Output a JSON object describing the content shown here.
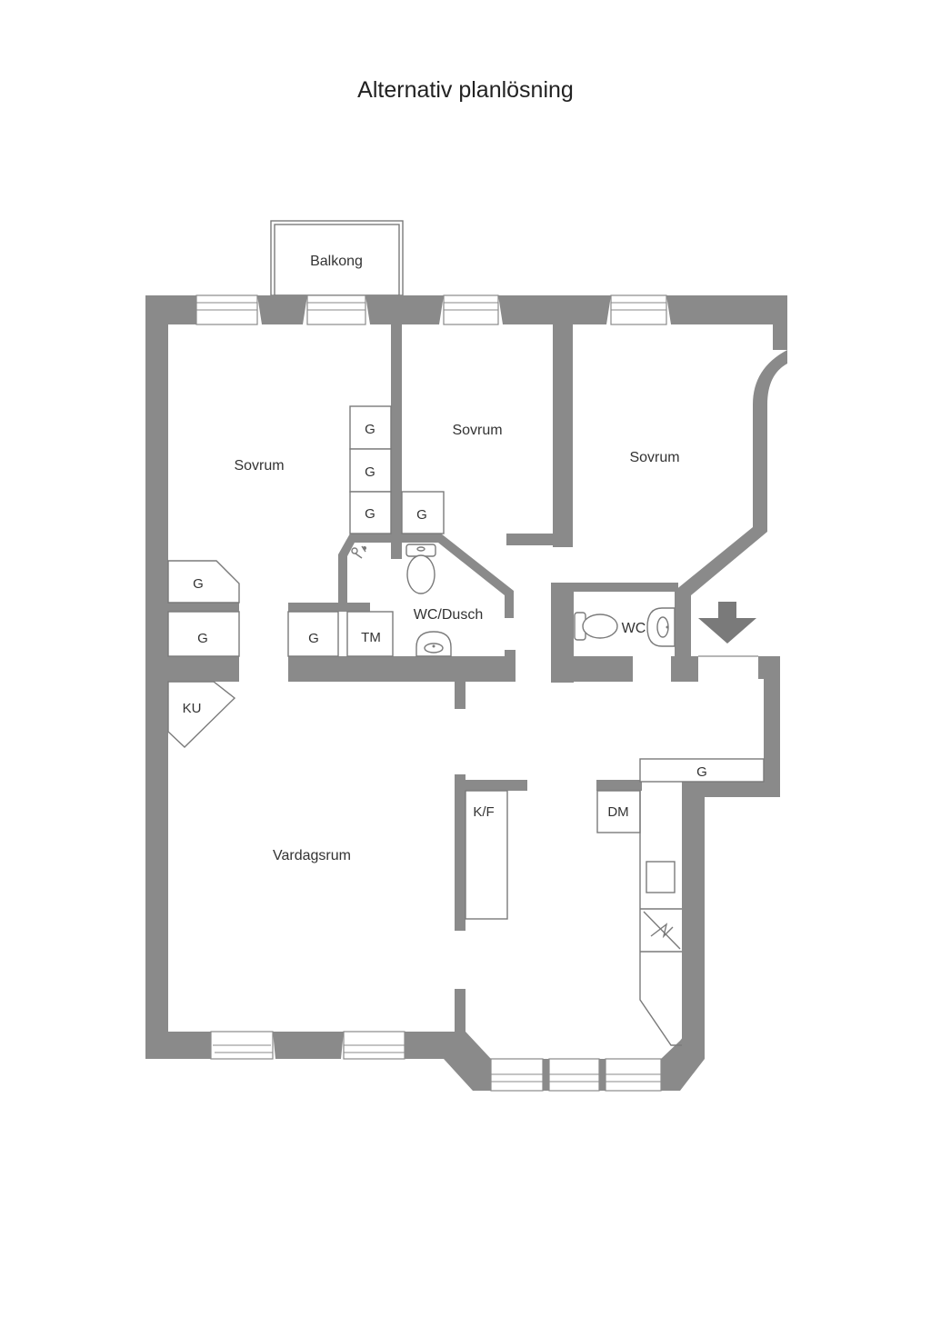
{
  "title": "Alternativ planlösning",
  "rooms": {
    "balkong": "Balkong",
    "sovrum_1": "Sovrum",
    "sovrum_2": "Sovrum",
    "sovrum_3": "Sovrum",
    "wc_dusch": "WC/Dusch",
    "wc": "WC",
    "vardagsrum": "Vardagsrum"
  },
  "labels": {
    "g": "G",
    "tm": "TM",
    "ku": "KU",
    "kf": "K/F",
    "dm": "DM"
  },
  "icons": [
    "entrance-arrow-icon",
    "toilet-icon",
    "sink-icon",
    "shower-head-icon",
    "stove-icon",
    "electric-panel-icon"
  ],
  "colors": {
    "wall": "#8a8a8a",
    "line": "#7a7a7a",
    "text": "#333333"
  }
}
